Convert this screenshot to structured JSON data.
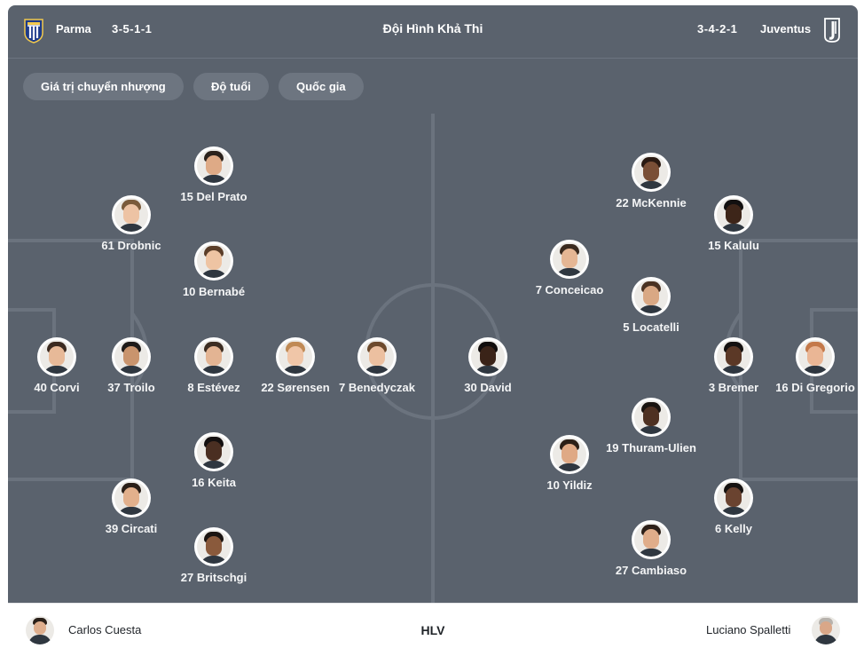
{
  "header": {
    "title": "Đội Hình Khả Thi",
    "home": {
      "name": "Parma",
      "formation": "3-5-1-1"
    },
    "away": {
      "name": "Juventus",
      "formation": "3-4-2-1"
    }
  },
  "filters": [
    {
      "label": "Giá trị chuyển nhượng"
    },
    {
      "label": "Độ tuổi"
    },
    {
      "label": "Quốc gia"
    }
  ],
  "players": {
    "home": [
      {
        "label": "40 Corvi"
      },
      {
        "label": "61 Drobnic"
      },
      {
        "label": "37 Troilo"
      },
      {
        "label": "39 Circati"
      },
      {
        "label": "15 Del Prato"
      },
      {
        "label": "10 Bernabé"
      },
      {
        "label": "8 Estévez"
      },
      {
        "label": "16 Keita"
      },
      {
        "label": "27 Britschgi"
      },
      {
        "label": "22 Sørensen"
      },
      {
        "label": "7 Benedyczak"
      }
    ],
    "away": [
      {
        "label": "16 Di Gregorio"
      },
      {
        "label": "15 Kalulu"
      },
      {
        "label": "3 Bremer"
      },
      {
        "label": "6 Kelly"
      },
      {
        "label": "22 McKennie"
      },
      {
        "label": "5 Locatelli"
      },
      {
        "label": "19 Thuram-Ulien"
      },
      {
        "label": "27 Cambiaso"
      },
      {
        "label": "7 Conceicao"
      },
      {
        "label": "10 Yildiz"
      },
      {
        "label": "30 David"
      }
    ]
  },
  "coaches": {
    "label": "HLV",
    "home": "Carlos Cuesta",
    "away": "Luciano Spalletti"
  },
  "colors": {
    "header_bg": "#5a626d",
    "pitch_bg": "#5a626d",
    "pitch_lines": "#6b737e",
    "chip_bg": "#6d7580",
    "text_light": "#ffffff",
    "text_dark": "#1f2328"
  },
  "icons": {
    "home_logo": "parma-crest-icon",
    "away_logo": "juventus-crest-icon"
  }
}
